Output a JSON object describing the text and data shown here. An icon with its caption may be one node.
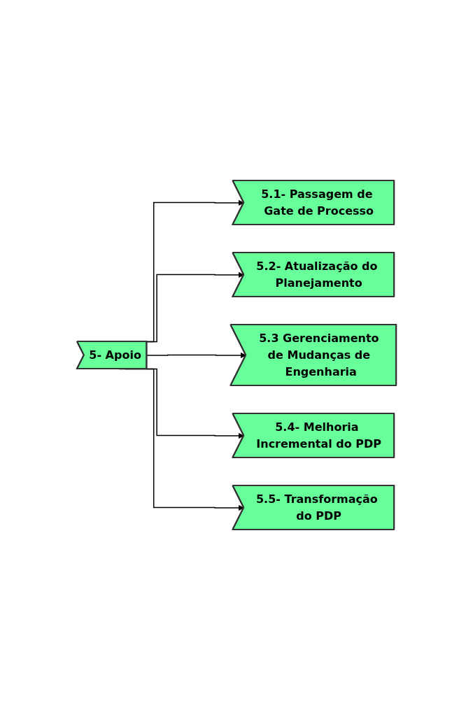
{
  "diagram": {
    "nodes": [
      {
        "text": [
          "5- Apoio"
        ]
      },
      {
        "text": [
          "5.1- Passagem de Gate de Processo"
        ]
      },
      {
        "text": [
          "5.2- Atualização do Planejamento"
        ]
      },
      {
        "text": [
          "5.3 Gerenciamento de Mudanças de Engenharia"
        ]
      },
      {
        "text": [
          "5.4- Melhoria Incremental do PDP"
        ]
      },
      {
        "text": [
          "5.5- Transformação do PDP"
        ]
      }
    ],
    "edges": [
      {
        "from": 0,
        "to": 1,
        "arrow": "to"
      },
      {
        "from": 0,
        "to": 2,
        "arrow": "to"
      },
      {
        "from": 0,
        "to": 3,
        "arrow": "to"
      },
      {
        "from": 0,
        "to": 4,
        "arrow": "to"
      },
      {
        "from": 0,
        "to": 5,
        "arrow": "to"
      }
    ]
  }
}
